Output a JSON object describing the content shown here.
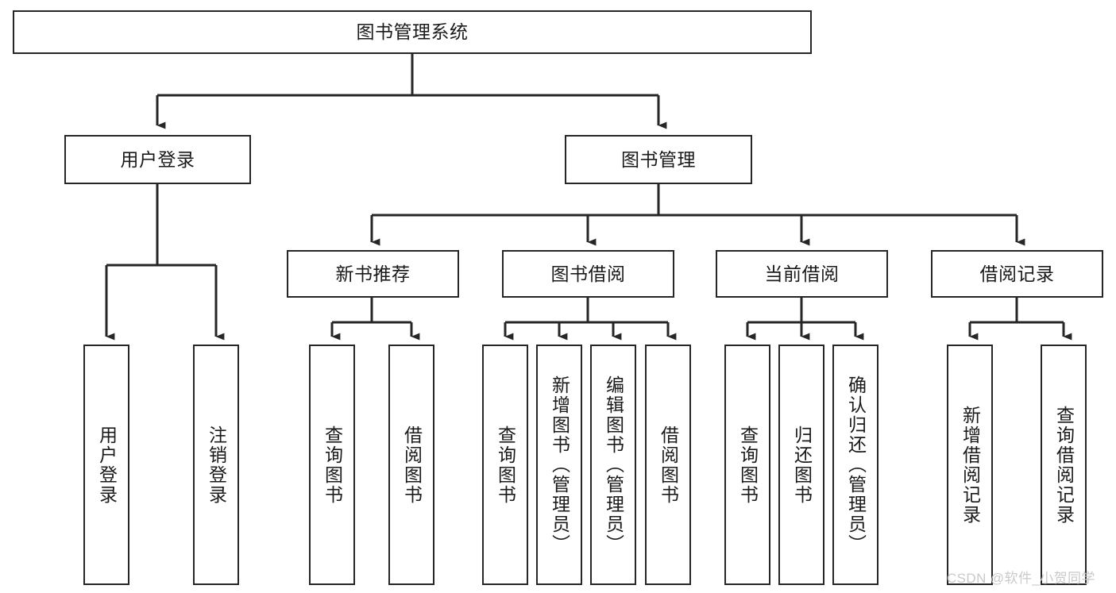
{
  "diagram": {
    "type": "tree-hierarchy-chart",
    "title": "图书管理系统",
    "watermark": "CSDN @软件_小贺同学",
    "colors": {
      "stroke": "#262626",
      "fill": "#ffffff",
      "text": "#1a1a1a",
      "watermark": "#c9c9c9"
    },
    "levels": {
      "level1": [
        {
          "id": "root",
          "label": "图书管理系统"
        }
      ],
      "level2": [
        {
          "id": "user-login",
          "label": "用户登录"
        },
        {
          "id": "book-manage",
          "label": "图书管理"
        }
      ],
      "level3": [
        {
          "id": "new-book-rec",
          "label": "新书推荐"
        },
        {
          "id": "book-borrow",
          "label": "图书借阅"
        },
        {
          "id": "current-borrow",
          "label": "当前借阅"
        },
        {
          "id": "borrow-record",
          "label": "借阅记录"
        }
      ],
      "level4": [
        {
          "id": "leaf-user-login",
          "label": "用户登录",
          "parent": "user-login"
        },
        {
          "id": "leaf-logout-login",
          "label": "注销登录",
          "parent": "user-login"
        },
        {
          "id": "leaf-query-book-1",
          "label": "查询图书",
          "parent": "new-book-rec"
        },
        {
          "id": "leaf-borrow-book-1",
          "label": "借阅图书",
          "parent": "new-book-rec"
        },
        {
          "id": "leaf-query-book-2",
          "label": "查询图书",
          "parent": "book-borrow"
        },
        {
          "id": "leaf-add-book",
          "label": "新增图书（管理员）",
          "parent": "book-borrow"
        },
        {
          "id": "leaf-edit-book",
          "label": "编辑图书（管理员）",
          "parent": "book-borrow"
        },
        {
          "id": "leaf-borrow-book-2",
          "label": "借阅图书",
          "parent": "book-borrow"
        },
        {
          "id": "leaf-query-book-3",
          "label": "查询图书",
          "parent": "current-borrow"
        },
        {
          "id": "leaf-return-book",
          "label": "归还图书",
          "parent": "current-borrow"
        },
        {
          "id": "leaf-confirm-return",
          "label": "确认归还（管理员）",
          "parent": "current-borrow"
        },
        {
          "id": "leaf-add-record",
          "label": "新增借阅记录",
          "parent": "borrow-record"
        },
        {
          "id": "leaf-query-record",
          "label": "查询借阅记录",
          "parent": "borrow-record"
        }
      ]
    }
  }
}
